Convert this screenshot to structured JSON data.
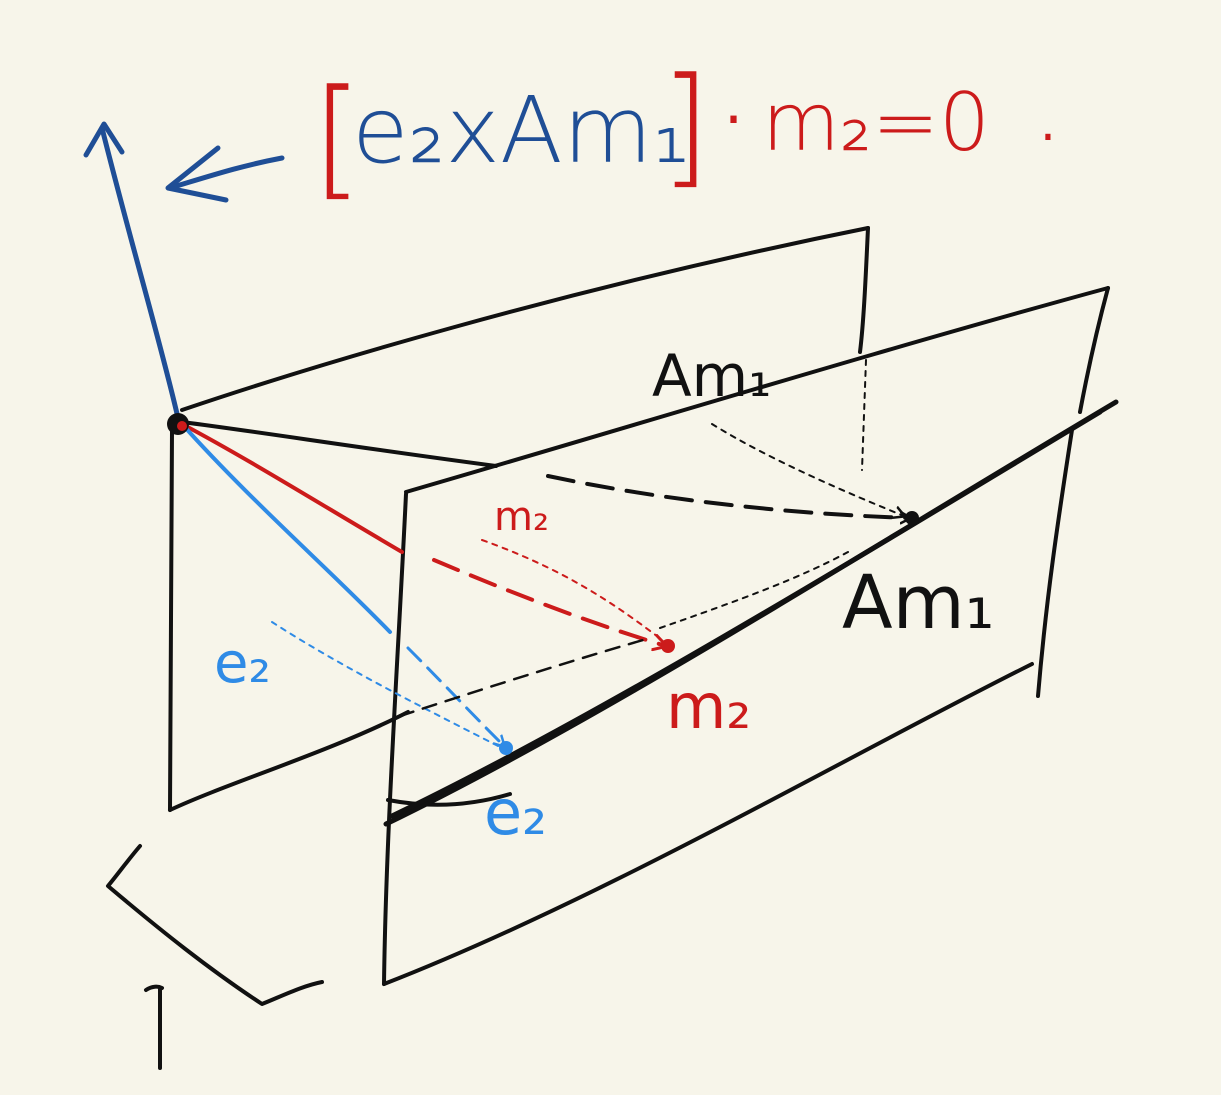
{
  "colors": {
    "background": "#f7f5ea",
    "black_ink": "#111111",
    "red_ink": "#cc1b1b",
    "dark_blue_ink": "#1f4e96",
    "light_blue_ink": "#2f8be6"
  },
  "labels": {
    "equation": {
      "open_bracket": "[",
      "cross_product": "e₂xAm₁",
      "close_bracket": "]",
      "dot": "·",
      "rhs": "m₂=0",
      "period": "."
    },
    "am1_upper": "Am₁",
    "am1_point": "Am₁",
    "m2_small": "m₂",
    "m2_point": "m₂",
    "e2_left": "e₂",
    "e2_point": "e₂",
    "scale_marker": "1"
  }
}
